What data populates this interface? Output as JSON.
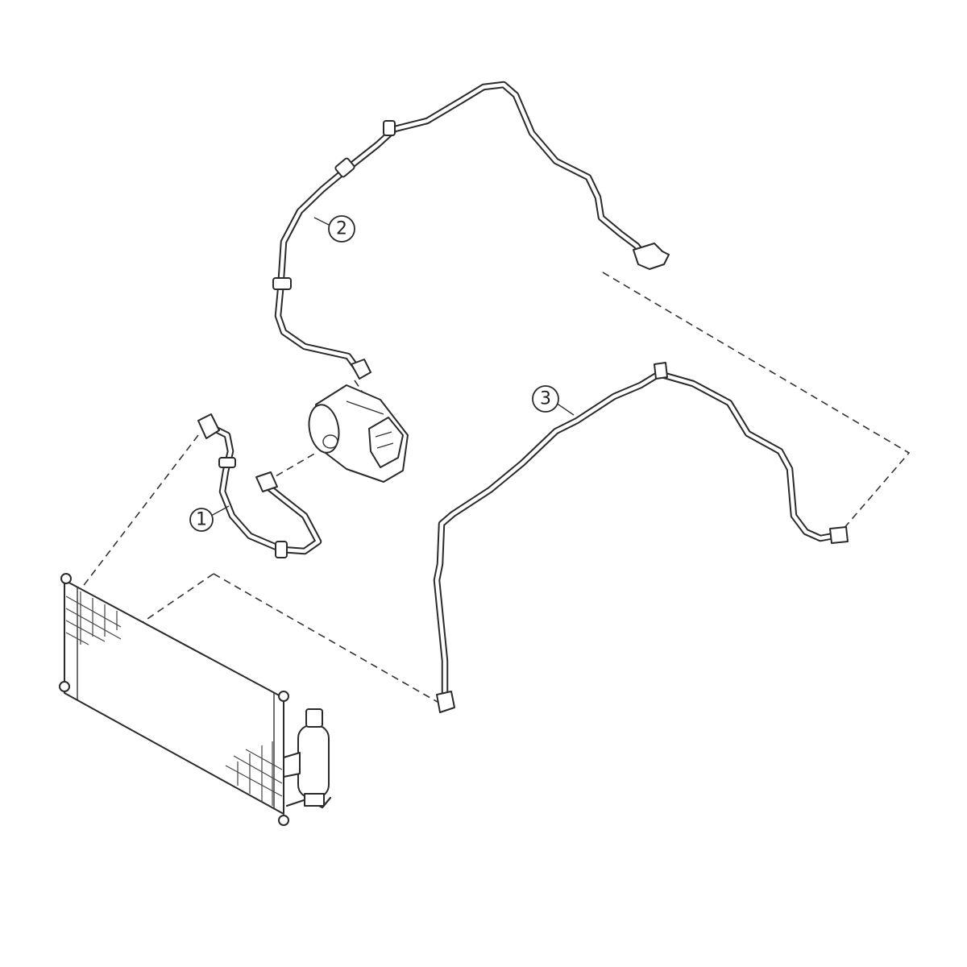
{
  "callouts": [
    {
      "id": "1",
      "label": "1"
    },
    {
      "id": "2",
      "label": "2"
    },
    {
      "id": "3",
      "label": "3"
    }
  ],
  "colors": {
    "line": "#2a2a2a",
    "background": "#ffffff"
  }
}
